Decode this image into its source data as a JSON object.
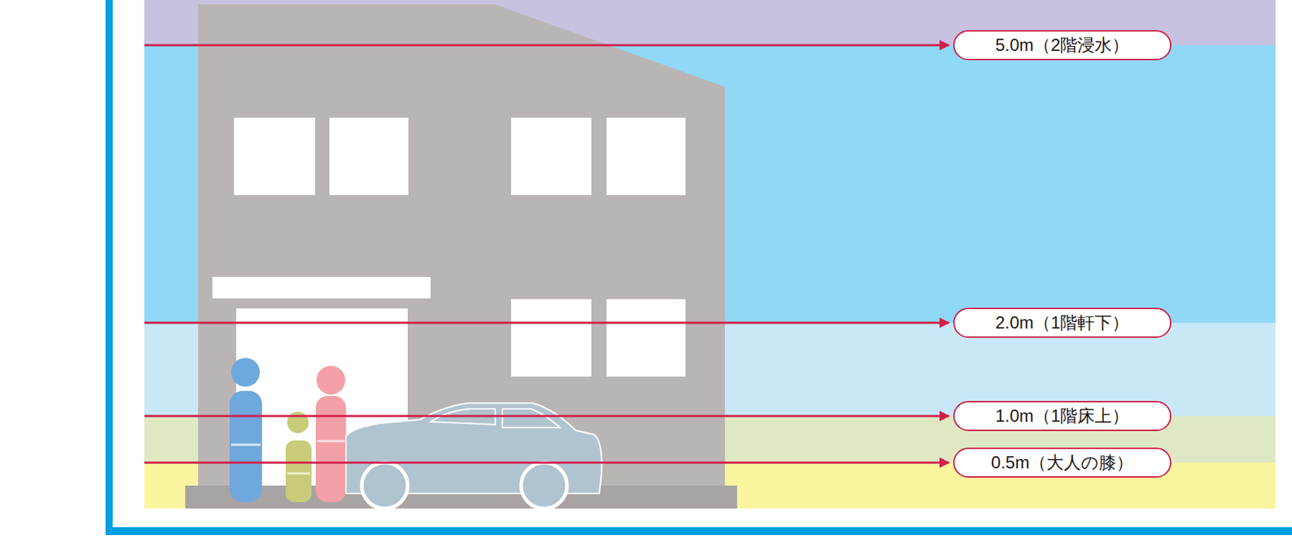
{
  "diagram": {
    "nodes": [
      {
        "text": [
          "5.0m（2階浸水）"
        ]
      },
      {
        "text": [
          "2.0m（1階軒下）"
        ]
      },
      {
        "text": [
          "1.0m（1階床上）"
        ]
      },
      {
        "text": [
          "0.5m（大人の膝）"
        ]
      }
    ]
  }
}
